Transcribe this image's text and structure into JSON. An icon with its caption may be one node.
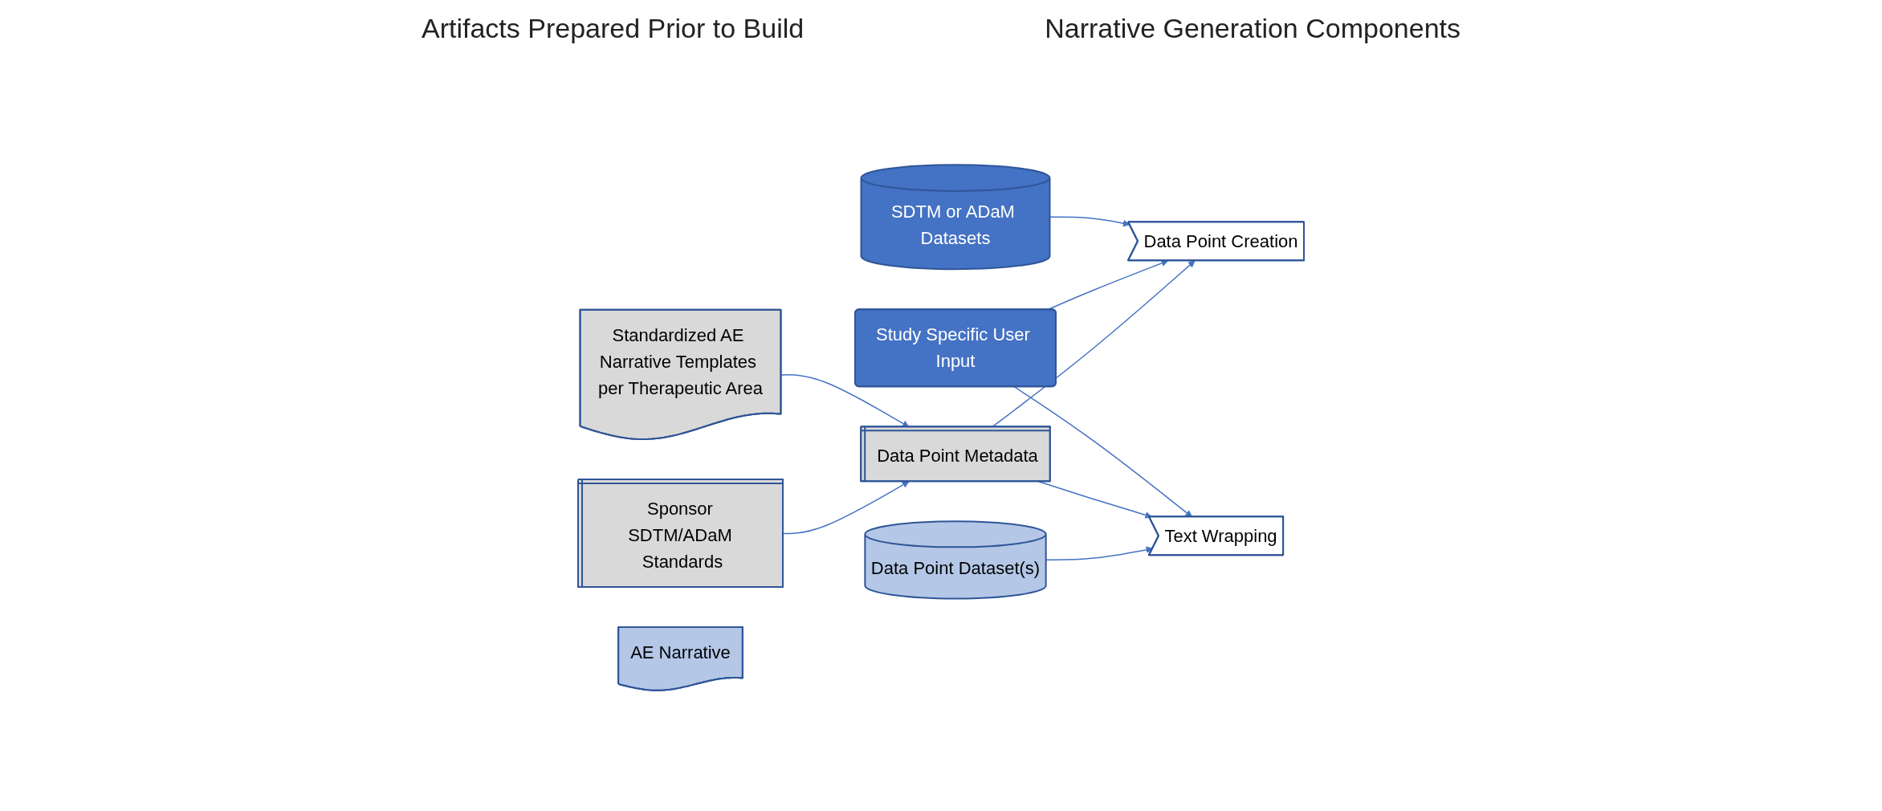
{
  "diagram": {
    "nodes": [
      {
        "text": [
          "Standardized AE Narrative Templates per Therapeutic Area"
        ]
      },
      {
        "text": [
          "Sponsor SDTM/ADaM Standards"
        ]
      },
      {
        "text": [
          "SDTM or ADaM Datasets"
        ]
      },
      {
        "text": [
          "Study Specific User Input"
        ]
      },
      {
        "text": [
          "Data Point Metadata"
        ]
      },
      {
        "text": [
          "Data Point Creation"
        ]
      },
      {
        "text": [
          "Data Point Dataset(s)"
        ]
      },
      {
        "text": [
          "Text Wrapping"
        ]
      },
      {
        "text": [
          "AE Narrative"
        ]
      }
    ],
    "edges": [
      {
        "from": 0,
        "to": 4,
        "arrow": "to"
      },
      {
        "from": 1,
        "to": 4,
        "arrow": "to"
      },
      {
        "from": 2,
        "to": 5,
        "arrow": "to"
      },
      {
        "from": 3,
        "to": 5,
        "arrow": "to"
      },
      {
        "from": 3,
        "to": 7,
        "arrow": "to"
      },
      {
        "from": 4,
        "to": 5,
        "arrow": "to"
      },
      {
        "from": 4,
        "to": 7,
        "arrow": "to"
      },
      {
        "from": 6,
        "to": 7,
        "arrow": "to"
      }
    ],
    "labels": [
      "Artifacts Prepared Prior to Build",
      "Narrative Generation Components"
    ]
  }
}
